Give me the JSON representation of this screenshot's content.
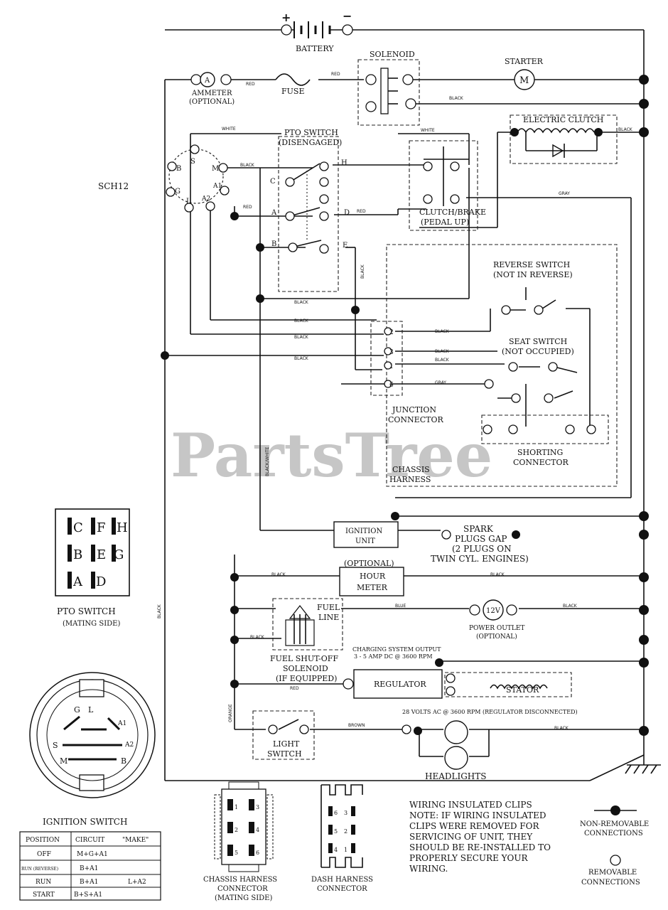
{
  "watermark": "PartsTree",
  "code": "SCH12",
  "components": {
    "battery": "BATTERY",
    "battery_plus": "+",
    "battery_minus": "−",
    "solenoid": "SOLENOID",
    "starter": "STARTER",
    "starter_symbol": "M",
    "ammeter_symbol": "A",
    "ammeter": "AMMETER",
    "ammeter_opt": "(OPTIONAL)",
    "fuse": "FUSE",
    "pto_switch": "PTO SWITCH",
    "pto_state": "(DISENGAGED)",
    "electric_clutch": "ELECTRIC CLUTCH",
    "clutch_brake": "CLUTCH/BRAKE",
    "clutch_brake_state": "(PEDAL UP)",
    "reverse_switch": "REVERSE SWITCH",
    "reverse_state": "(NOT IN REVERSE)",
    "seat_switch": "SEAT SWITCH",
    "seat_state": "(NOT OCCUPIED)",
    "junction": "JUNCTION",
    "junction2": "CONNECTOR",
    "shorting": "SHORTING",
    "shorting2": "CONNECTOR",
    "chassis": "CHASSIS",
    "chassis2": "HARNESS",
    "ignition_unit": "IGNITION",
    "ignition_unit2": "UNIT",
    "spark1": "SPARK",
    "spark2": "PLUGS GAP",
    "spark3": "(2 PLUGS ON",
    "spark4": "TWIN CYL. ENGINES)",
    "optional": "(OPTIONAL)",
    "hour": "HOUR",
    "meter": "METER",
    "fuel1": "FUEL",
    "fuel2": "LINE",
    "fuel3": "FUEL SHUT-OFF",
    "fuel4": "SOLENOID",
    "fuel5": "(IF EQUIPPED)",
    "power_symbol": "12V",
    "power1": "POWER OUTLET",
    "power2": "(OPTIONAL)",
    "charging1": "CHARGING SYSTEM OUTPUT",
    "charging2": "3 - 5 AMP DC @ 3600 RPM",
    "regulator": "REGULATOR",
    "stator": "STATOR",
    "stator_note": "28 VOLTS AC @ 3600 RPM (REGULATOR DISCONNECTED)",
    "light1": "LIGHT",
    "light2": "SWITCH",
    "headlights": "HEADLIGHTS"
  },
  "pto_pins": {
    "title": "PTO SWITCH",
    "subtitle": "(MATING SIDE)",
    "row1": [
      "C",
      "F",
      "H"
    ],
    "row2": [
      "B",
      "E",
      "G"
    ],
    "row3": [
      "A",
      "D"
    ]
  },
  "pto_terminals": {
    "c": "C",
    "h": "H",
    "a": "A",
    "d": "D",
    "b": "B",
    "e": "E"
  },
  "ign_terminals": {
    "s": "S",
    "m": "M",
    "b": "B",
    "g": "G",
    "l": "L",
    "a1": "A1",
    "a2": "A2"
  },
  "junction_pins": [
    "2",
    "3",
    "1",
    "6"
  ],
  "ignition_switch": {
    "title": "IGNITION SWITCH",
    "face": {
      "g": "G",
      "l": "L",
      "a1": "A1",
      "s": "S",
      "a2": "A2",
      "m": "M",
      "b": "B"
    },
    "headers": [
      "POSITION",
      "CIRCUIT",
      "\"MAKE\""
    ],
    "rows": [
      [
        "OFF",
        "M+G+A1",
        ""
      ],
      [
        "RUN (REVERSE)",
        "B+A1",
        ""
      ],
      [
        "RUN",
        "B+A1",
        "L+A2"
      ],
      [
        "START",
        "B+S+A1",
        ""
      ]
    ]
  },
  "connectors": {
    "chassis1": "CHASSIS HARNESS",
    "chassis2": "CONNECTOR",
    "chassis3": "(MATING SIDE)",
    "chassis_pins": [
      "1",
      "3",
      "2",
      "4",
      "5",
      "6"
    ],
    "dash1": "DASH HARNESS",
    "dash2": "CONNECTOR",
    "dash_pins": [
      "6",
      "3",
      "5",
      "2",
      "4",
      "1"
    ]
  },
  "notes": [
    "WIRING INSULATED CLIPS",
    "NOTE: IF WIRING INSULATED",
    "CLIPS WERE REMOVED FOR",
    "SERVICING OF UNIT, THEY",
    "SHOULD BE RE-INSTALLED TO",
    "PROPERLY SECURE YOUR",
    "WIRING."
  ],
  "legend": {
    "nonremovable1": "NON-REMOVABLE",
    "nonremovable2": "CONNECTIONS",
    "removable1": "REMOVABLE",
    "removable2": "CONNECTIONS"
  },
  "wire_labels": {
    "red1": "RED",
    "red2": "RED",
    "black1": "BLACK",
    "white1": "WHITE",
    "black2": "BLACK",
    "white2": "WHITE",
    "black3": "BLACK",
    "red3": "RED",
    "red4": "RED",
    "gray1": "GRAY",
    "black4": "BLACK",
    "black5": "BLACK",
    "black6": "BLACK",
    "black7": "BLACK",
    "black8": "BLACK",
    "black9": "BLACK",
    "black10": "BLACK",
    "gray2": "GRAY",
    "bw": "BLACK/WHITE",
    "black11": "BLACK",
    "black12": "BLACK",
    "blue": "BLUE",
    "black13": "BLACK",
    "black14": "BLACK",
    "black15": "BLACK",
    "red5": "RED",
    "orange": "ORANGE",
    "brown": "BROWN",
    "black16": "BLACK",
    "black17": "BLACK"
  }
}
